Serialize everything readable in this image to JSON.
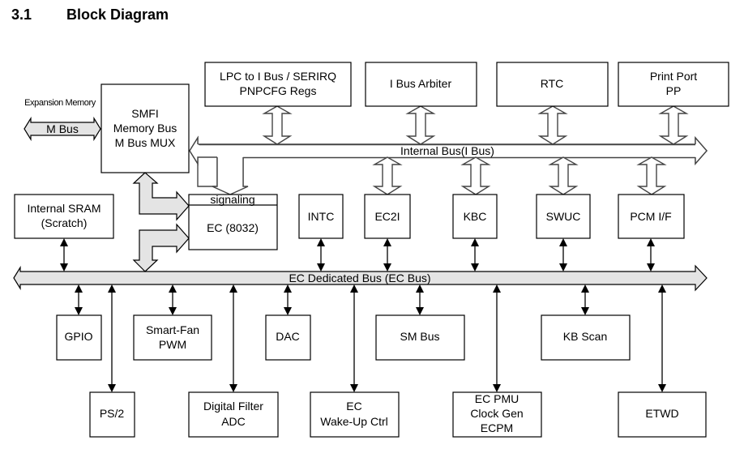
{
  "heading": {
    "number": "3.1",
    "title": "Block Diagram"
  },
  "external": {
    "expansion_memory_label": "Expansion Memory",
    "m_bus_label": "M Bus"
  },
  "buses": {
    "internal_bus": "Internal Bus(I Bus)",
    "ec_bus": "EC Dedicated Bus (EC Bus)"
  },
  "blocks": {
    "smfi": [
      "SMFI",
      "Memory Bus",
      "M Bus MUX"
    ],
    "lpc": [
      "LPC to I Bus / SERIRQ",
      "PNPCFG Regs"
    ],
    "ibus_arbiter": [
      "I Bus Arbiter"
    ],
    "rtc": [
      "RTC"
    ],
    "print_port": [
      "Print Port",
      "PP"
    ],
    "internal_sram": [
      "Internal SRAM",
      "(Scratch)"
    ],
    "signaling": "signaling",
    "ec8032": [
      "EC (8032)"
    ],
    "intc": [
      "INTC"
    ],
    "ec2i": [
      "EC2I"
    ],
    "kbc": [
      "KBC"
    ],
    "swuc": [
      "SWUC"
    ],
    "pcm_if": [
      "PCM I/F"
    ],
    "gpio": [
      "GPIO"
    ],
    "smart_fan": [
      "Smart-Fan",
      "PWM"
    ],
    "dac": [
      "DAC"
    ],
    "sm_bus": [
      "SM Bus"
    ],
    "kb_scan": [
      "KB Scan"
    ],
    "ps2": [
      "PS/2"
    ],
    "digital_filter": [
      "Digital Filter",
      "ADC"
    ],
    "ec_wakeup": [
      "EC",
      "Wake-Up Ctrl"
    ],
    "ec_pmu": [
      "EC PMU",
      "Clock Gen",
      "ECPM"
    ],
    "etwd": [
      "ETWD"
    ]
  },
  "colors": {
    "bus_fill": "#e4e4e4",
    "outline": "#000000"
  }
}
